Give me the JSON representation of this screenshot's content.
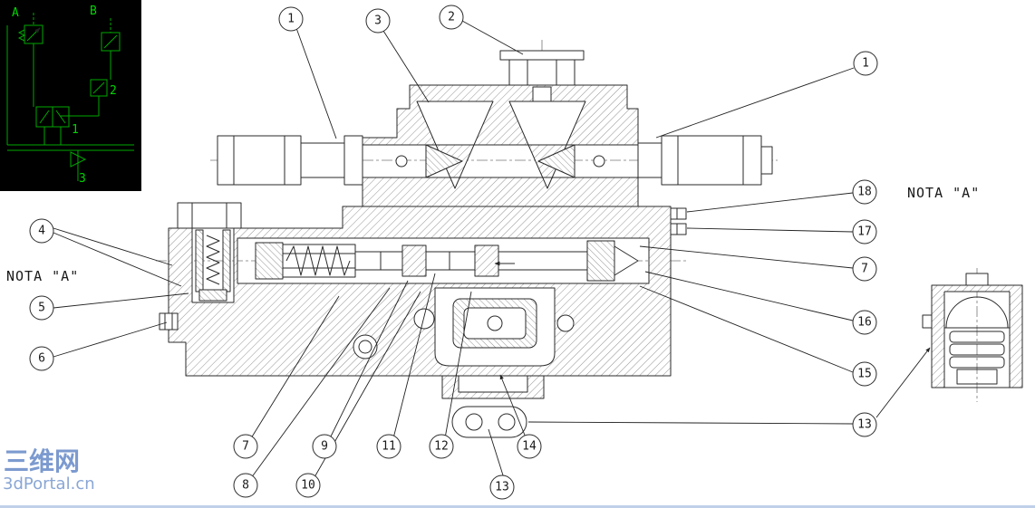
{
  "notes": {
    "left": "NOTA \"A\"",
    "right": "NOTA \"A\""
  },
  "balloons": {
    "top_1": "1",
    "top_3": "3",
    "top_2": "2",
    "right_1": "1",
    "right_18": "18",
    "right_17": "17",
    "right_7": "7",
    "right_16": "16",
    "right_15": "15",
    "right_13": "13",
    "left_4": "4",
    "left_5": "5",
    "left_6": "6",
    "bottom_7": "7",
    "bottom_8": "8",
    "bottom_9": "9",
    "bottom_10": "10",
    "bottom_11": "11",
    "bottom_12": "12",
    "bottom_14": "14",
    "bottom_13": "13"
  },
  "inset": {
    "labels": {
      "a": "A",
      "b": "B",
      "n1": "1",
      "n2": "2",
      "n3": "3"
    }
  },
  "watermark": {
    "line1": "三维网",
    "line2": "3dPortal.cn"
  },
  "colors": {
    "line": "#2a2a2a",
    "inset_background": "#000000",
    "inset_green": "#00b400",
    "watermark_blue": "#6f93c8"
  }
}
